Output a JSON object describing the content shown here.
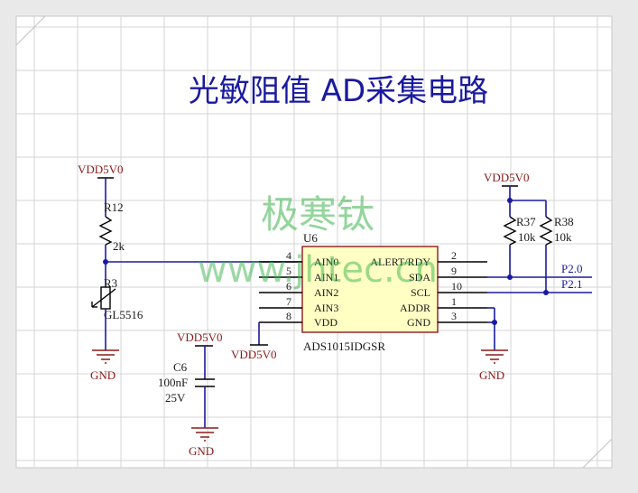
{
  "title": "光敏阻值 AD采集电路",
  "watermark": {
    "cn": "极寒钛",
    "url": "www.jhtec.cn"
  },
  "power_labels": {
    "vdd_r12": "VDD5V0",
    "vdd_pullup": "VDD5V0",
    "vdd_c6": "VDD5V0",
    "vdd_u6": "VDD5V0"
  },
  "ground_labels": {
    "gnd_r3": "GND",
    "gnd_c6": "GND",
    "gnd_u6": "GND"
  },
  "components": {
    "r12": {
      "ref": "R12",
      "value": "2k"
    },
    "r3": {
      "ref": "R3",
      "value": "GL5516"
    },
    "c6": {
      "ref": "C6",
      "value": "100nF",
      "rating": "25V"
    },
    "r37": {
      "ref": "R37",
      "value": "10k"
    },
    "r38": {
      "ref": "R38",
      "value": "10k"
    },
    "u6": {
      "ref": "U6",
      "part": "ADS1015IDGSR",
      "left_pins": [
        {
          "num": "4",
          "name": "AIN0"
        },
        {
          "num": "5",
          "name": "AIN1"
        },
        {
          "num": "6",
          "name": "AIN2"
        },
        {
          "num": "7",
          "name": "AIN3"
        },
        {
          "num": "8",
          "name": "VDD"
        }
      ],
      "right_pins": [
        {
          "num": "2",
          "name": "ALERT/RDY"
        },
        {
          "num": "9",
          "name": "SDA"
        },
        {
          "num": "10",
          "name": "SCL"
        },
        {
          "num": "1",
          "name": "ADDR"
        },
        {
          "num": "3",
          "name": "GND"
        }
      ]
    }
  },
  "net_labels": {
    "sda": "P2.0",
    "scl": "P2.1"
  },
  "colors": {
    "wire": "#1a1aa0",
    "power_label": "#8b1a1a",
    "chip_fill": "#ffffc4",
    "watermark": "#3cb44b"
  }
}
